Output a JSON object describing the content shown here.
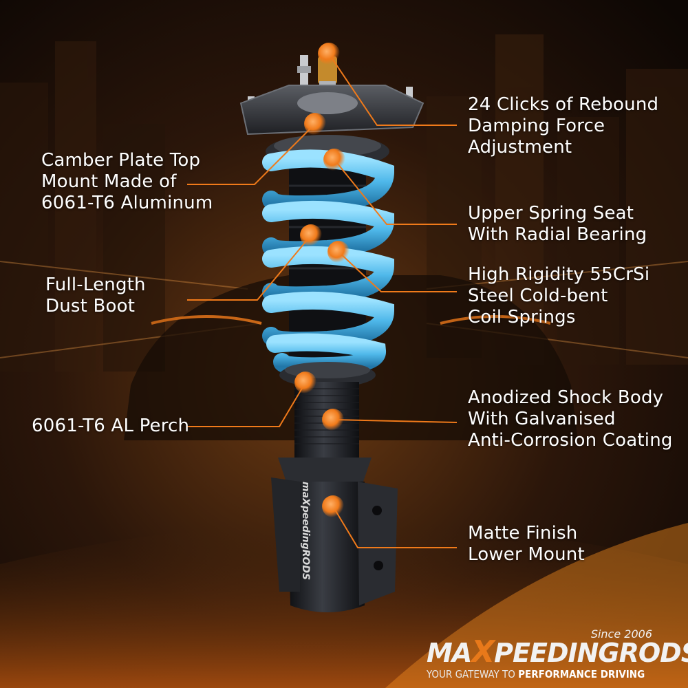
{
  "callouts": [
    {
      "id": "rebound",
      "lines": [
        "24 Clicks of Rebound",
        "Damping Force",
        "Adjustment"
      ]
    },
    {
      "id": "camber",
      "lines": [
        "Camber Plate Top",
        "Mount Made of",
        "6061-T6 Aluminum"
      ]
    },
    {
      "id": "spring-seat",
      "lines": [
        "Upper Spring Seat",
        "With Radial Bearing"
      ]
    },
    {
      "id": "coil",
      "lines": [
        "High Rigidity 55CrSi",
        "Steel Cold-bent",
        "Coil Springs"
      ]
    },
    {
      "id": "dust-boot",
      "lines": [
        "Full-Length",
        "Dust Boot"
      ]
    },
    {
      "id": "perch",
      "lines": [
        "6061-T6 AL Perch"
      ]
    },
    {
      "id": "shock-body",
      "lines": [
        "Anodized Shock Body",
        "With Galvanised",
        "Anti-Corrosion Coating"
      ]
    },
    {
      "id": "lower-mount",
      "lines": [
        "Matte Finish",
        "Lower Mount"
      ]
    }
  ],
  "brand": {
    "since": "Since 2006",
    "logo_part1": "ma",
    "logo_x": "X",
    "logo_part2": "PEEDINGRODS",
    "tagline_prefix": "YOUR GATEWAY TO ",
    "tagline_bold": "PERFORMANCE DRIVING",
    "strut_print": "maXpeedingRODS"
  },
  "colors": {
    "accent": "#f07a1a",
    "spring": "#5ec4ee",
    "background": "#1a0e06"
  }
}
